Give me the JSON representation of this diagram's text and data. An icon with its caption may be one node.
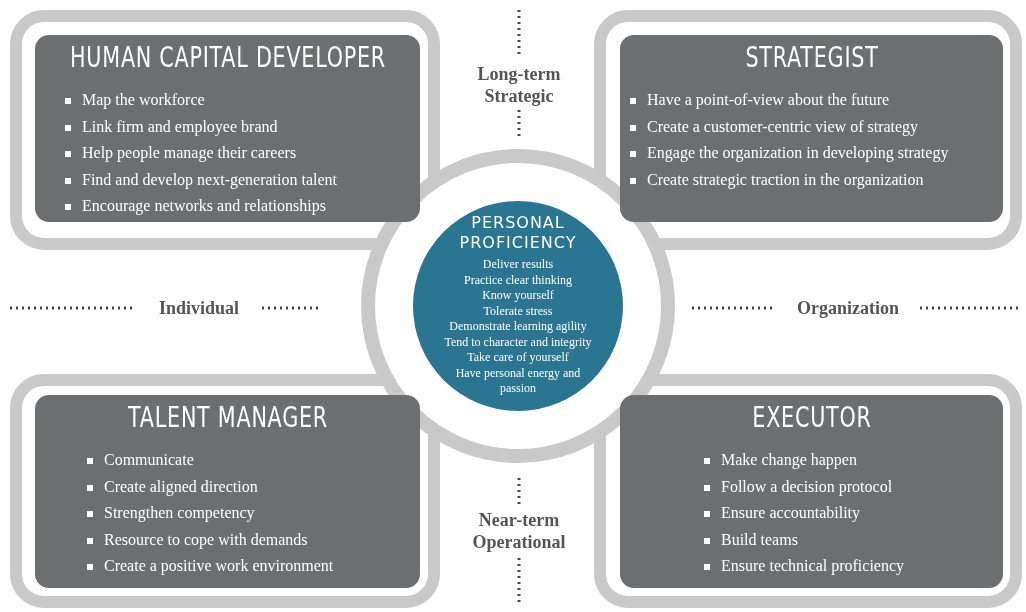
{
  "diagram": {
    "nodes": [
      {
        "text": [
          "HUMAN CAPITAL DEVELOPER",
          "Map the workforce",
          "Link firm and employee brand",
          "Help people manage their careers",
          "Find and develop next-generation talent",
          "Encourage networks and relationships"
        ]
      },
      {
        "text": [
          "STRATEGIST",
          "Have a point-of-view about the future",
          "Create a customer-centric view of strategy",
          "Engage the organization in developing strategy",
          "Create strategic traction in the organization"
        ]
      },
      {
        "text": [
          "TALENT MANAGER",
          "Communicate",
          "Create aligned direction",
          "Strengthen competency",
          "Resource to cope with demands",
          "Create a positive work environment"
        ]
      },
      {
        "text": [
          "EXECUTOR",
          "Make change happen",
          "Follow a decision protocol",
          "Ensure accountability",
          "Build teams",
          "Ensure technical proficiency"
        ]
      },
      {
        "text": [
          "PERSONAL PROFICIENCY",
          "Deliver results",
          "Practice clear thinking",
          "Know yourself",
          "Tolerate stress",
          "Demonstrate learning agility",
          "Tend to character and integrity",
          "Take care of yourself",
          "Have personal energy and passion"
        ]
      }
    ],
    "edges": [],
    "labels": [
      "Long-term Strategic",
      "Individual",
      "Organization",
      "Near-term Operational"
    ]
  }
}
